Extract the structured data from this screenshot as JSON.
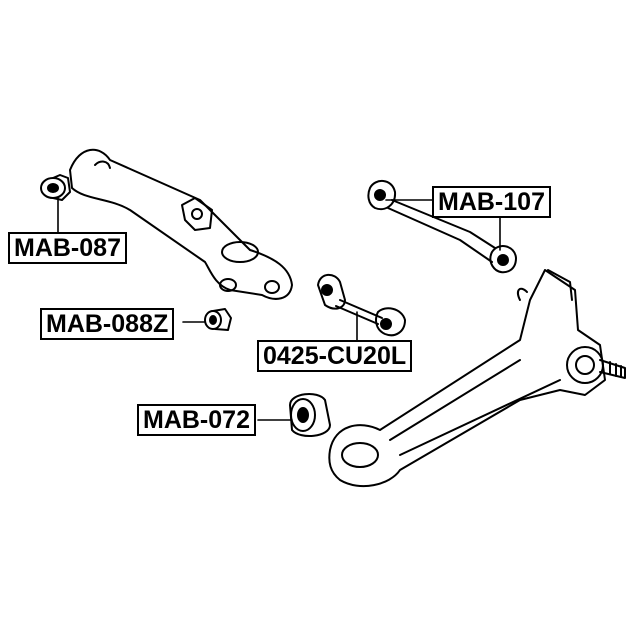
{
  "labels": {
    "mab_087": "MAB-087",
    "mab_088z": "MAB-088Z",
    "cu20l": "0425-CU20L",
    "mab_107": "MAB-107",
    "mab_072": "MAB-072"
  }
}
